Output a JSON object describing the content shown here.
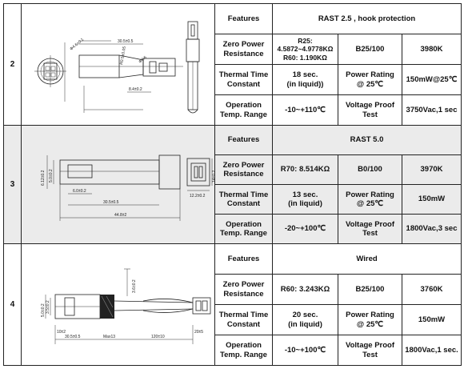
{
  "rows": [
    {
      "index": "2",
      "title": "RAST 2.5 , hook protection",
      "headers": {
        "features": "Features",
        "zero": "Zero Power Resistance",
        "thermal": "Thermal Time Constant",
        "operation": "Operation Temp. Range"
      },
      "zero_power": "R25:\n4.5872~4.9778KΩ\nR60: 1.190KΩ",
      "b_label": "B25/100",
      "b_value": "3980K",
      "thermal_time": "18 sec.\n(in liquid))",
      "power_label": "Power Rating\n@ 25℃",
      "power_value": "150mW@25℃",
      "temp_range": "-10~+110℃",
      "voltage_label": "Voltage Proof\nTest",
      "voltage_value": "3750Vac,1 sec",
      "drawing_labels": {
        "a": "30.5±0.5",
        "b": "Φ4.6±0.1",
        "c": "R0.5±0.05",
        "d": "8.4±0.2",
        "e": "Φ3.6"
      }
    },
    {
      "index": "3",
      "title": "RAST 5.0",
      "headers": {
        "features": "Features",
        "zero": "Zero Power Resistance",
        "thermal": "Thermal Time Constant",
        "operation": "Operation Temp. Range"
      },
      "zero_power": "R70: 8.514KΩ",
      "b_label": "B0/100",
      "b_value": "3970K",
      "thermal_time": "13 sec.\n(in liquid)",
      "power_label": "Power Rating\n@ 25℃",
      "power_value": "150mW",
      "temp_range": "-20~+100℃",
      "voltage_label": "Voltage Proof\nTest",
      "voltage_value": "1800Vac,3 sec",
      "drawing_labels": {
        "a": "6.12±0.2",
        "b": "5.0±0.2",
        "c": "6.0±0.2",
        "d": "30.5±0.5",
        "e": "44.8±2",
        "f": "14±0.2",
        "g": "12.2±0.2"
      }
    },
    {
      "index": "4",
      "title": "Wired",
      "headers": {
        "features": "Features",
        "zero": "Zero Power Resistance",
        "thermal": "Thermal Time Constant",
        "operation": "Operation Temp. Range"
      },
      "zero_power": "R60: 3.243KΩ",
      "b_label": "B25/100",
      "b_value": "3760K",
      "thermal_time": "20 sec.\n(in liquid)",
      "power_label": "Power Rating\n@ 25℃",
      "power_value": "150mW",
      "temp_range": "-10~+100℃",
      "voltage_label": "Voltage Proof\nTest",
      "voltage_value": "1800Vac,1 sec.",
      "drawing_labels": {
        "a": "30.5±0.5",
        "b": "Max13",
        "c": "120±10",
        "d": "10±2",
        "e": "5.0±0.2",
        "f": "3.5±0.2",
        "g": "3.6±0.2",
        "h": "20±5"
      }
    }
  ]
}
